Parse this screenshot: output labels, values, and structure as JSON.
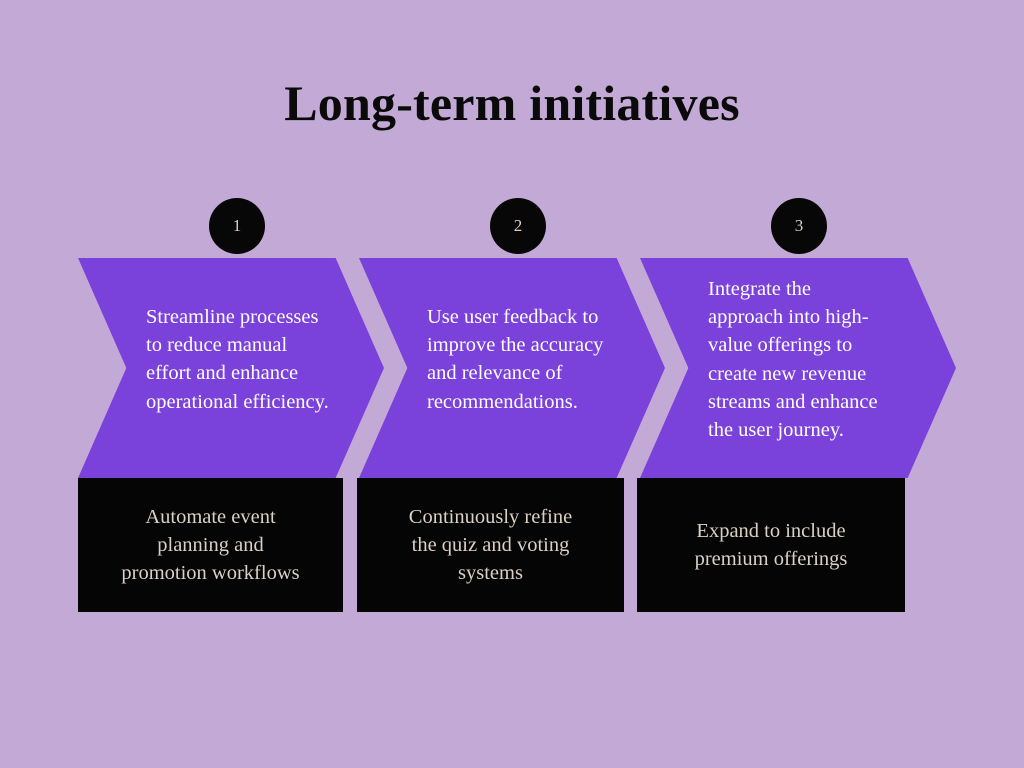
{
  "slide": {
    "title": "Long-term initiatives",
    "background_color": "#c3a9d5",
    "arrow_color": "#7b41db",
    "caption_box_color": "#050505",
    "caption_text_color": "#dbd0c4",
    "badge_color": "#070707",
    "badge_text_color": "#d9cfc2",
    "arrow_text_color": "#ffffff",
    "title_color": "#0a0a0a"
  },
  "steps": [
    {
      "number": "1",
      "arrow_text": "Streamline processes\nto reduce manual\neffort and enhance\noperational efficiency.",
      "caption_text": "Automate event\nplanning and\npromotion workflows"
    },
    {
      "number": "2",
      "arrow_text": "Use user feedback to\nimprove the accuracy\nand relevance of\nrecommendations.",
      "caption_text": "Continuously refine\nthe quiz and voting\nsystems"
    },
    {
      "number": "3",
      "arrow_text": "Integrate the\napproach into high-\nvalue offerings to\ncreate new revenue\nstreams and enhance\nthe user journey.",
      "caption_text": "Expand to include\npremium offerings"
    }
  ]
}
